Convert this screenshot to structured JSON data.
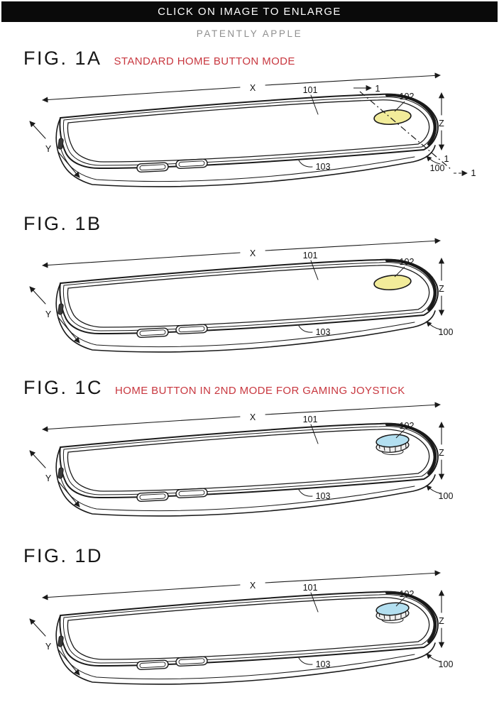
{
  "header": {
    "banner": "CLICK ON IMAGE TO ENLARGE",
    "site": "PATENTLY APPLE"
  },
  "colors": {
    "banner_bg": "#0a0a0a",
    "banner_text": "#ffffff",
    "site_text": "#8f8f8f",
    "subtitle_red": "#c8373f",
    "line_ink": "#1a1a1a",
    "home_button_yellow": "#f2ec9a",
    "joystick_blue": "#b3dff0"
  },
  "figures": [
    {
      "id": "1A",
      "title": "FIG. 1A",
      "subtitle": "STANDARD HOME BUTTON MODE",
      "button_style": "flat-home-button",
      "button_fill": "#f2ec9a",
      "has_section_line": true,
      "section_label": "1",
      "labels": {
        "x_axis": "X",
        "y_axis": "Y",
        "z_axis": "Z",
        "display": "101",
        "home_button": "102",
        "housing": "103",
        "device": "100"
      }
    },
    {
      "id": "1B",
      "title": "FIG. 1B",
      "subtitle": "",
      "button_style": "flat-home-button",
      "button_fill": "#f2ec9a",
      "has_section_line": false,
      "labels": {
        "x_axis": "X",
        "y_axis": "Y",
        "z_axis": "Z",
        "display": "101",
        "home_button": "102",
        "housing": "103",
        "device": "100"
      }
    },
    {
      "id": "1C",
      "title": "FIG. 1C",
      "subtitle": "HOME BUTTON IN 2ND MODE FOR GAMING JOYSTICK",
      "button_style": "joystick-home-button",
      "button_fill": "#b3dff0",
      "has_section_line": false,
      "labels": {
        "x_axis": "X",
        "y_axis": "Y",
        "z_axis": "Z",
        "display": "101",
        "home_button": "102",
        "housing": "103",
        "device": "100"
      }
    },
    {
      "id": "1D",
      "title": "FIG. 1D",
      "subtitle": "",
      "button_style": "joystick-home-button",
      "button_fill": "#b3dff0",
      "has_section_line": false,
      "labels": {
        "x_axis": "X",
        "y_axis": "Y",
        "z_axis": "Z",
        "display": "101",
        "home_button": "102",
        "housing": "103",
        "device": "100"
      }
    }
  ]
}
